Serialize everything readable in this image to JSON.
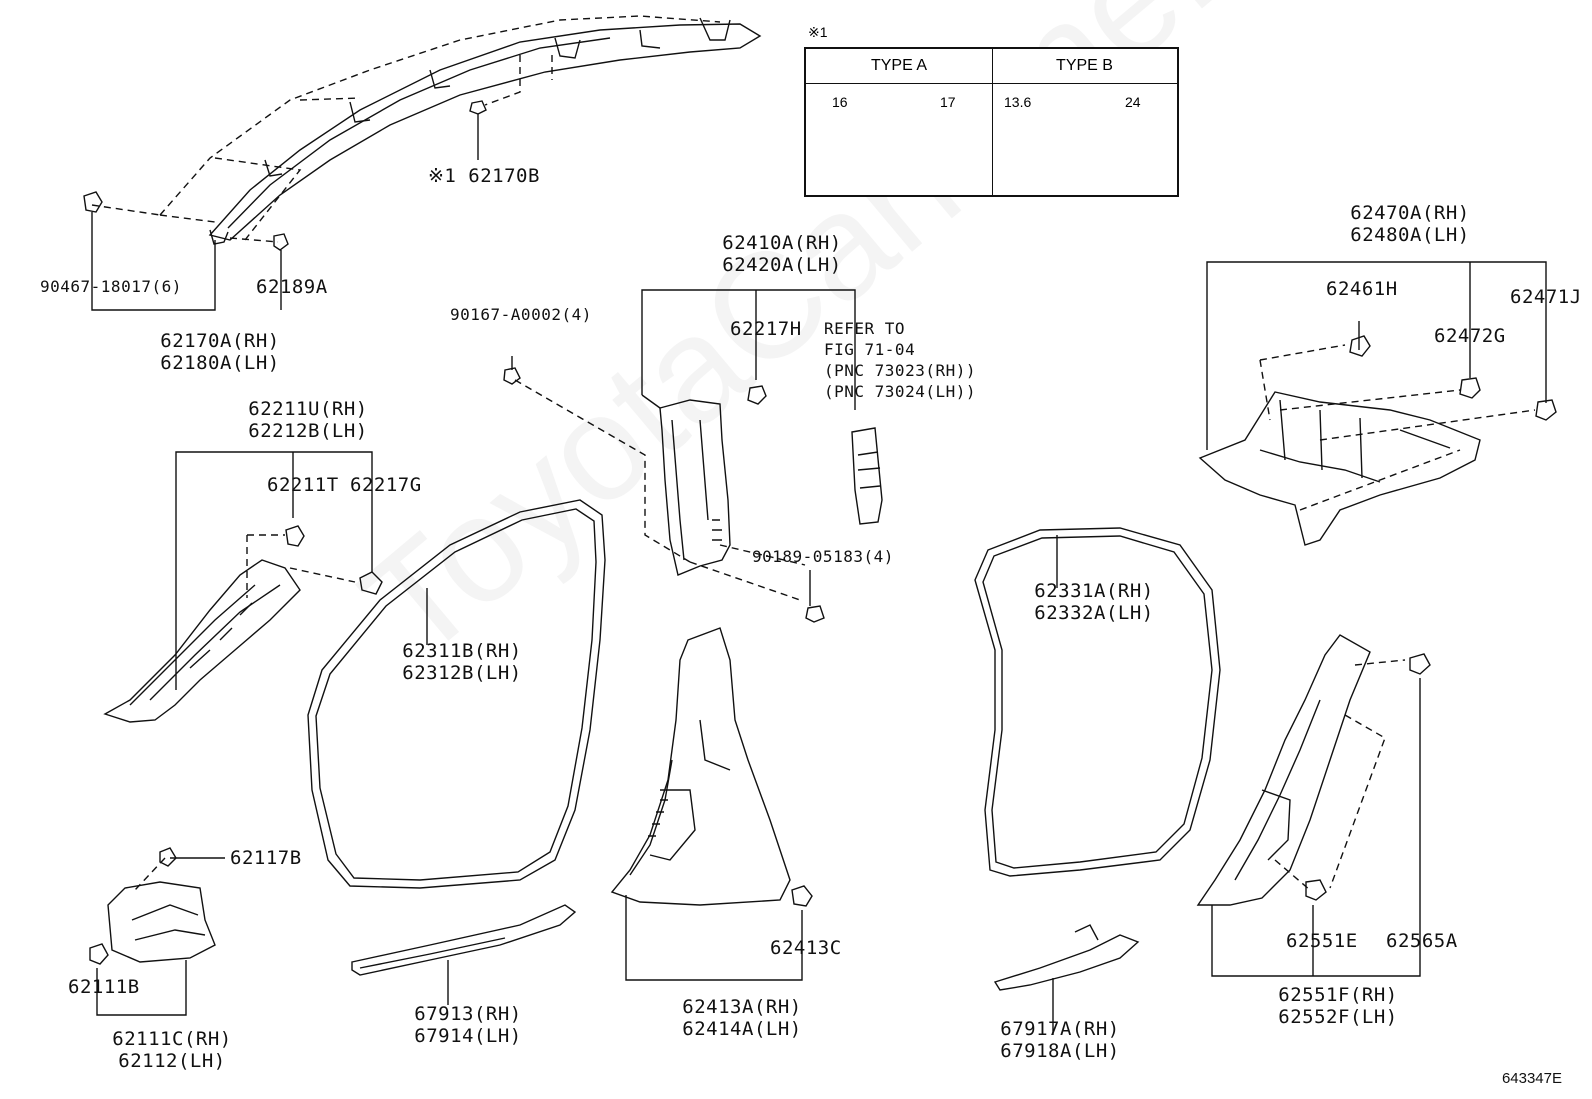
{
  "figure_code": "643347E",
  "watermark": "ToyotaCarMine.ru",
  "note_mark": "※1",
  "type_table": {
    "type_a": {
      "label": "TYPE A",
      "dim_head": "16",
      "dim_bolt": "17"
    },
    "type_b": {
      "label": "TYPE B",
      "dim_head": "13.6",
      "dim_bolt": "24"
    }
  },
  "labels": {
    "p62170b": "※1 62170B",
    "p90467": "90467-18017(6)",
    "p62189a": "62189A",
    "p62170a": [
      "62170A(RH)",
      "62180A(LH)"
    ],
    "p62211u": [
      "62211U(RH)",
      "62212B(LH)"
    ],
    "p62211t": "62211T",
    "p62217g": "62217G",
    "p90167": "90167-A0002(4)",
    "p62410a": [
      "62410A(RH)",
      "62420A(LH)"
    ],
    "p62217h": "62217H",
    "refer": [
      "REFER TO",
      "FIG 71-04",
      "(PNC 73023(RH))",
      "(PNC 73024(LH))"
    ],
    "p90189": "90189-05183(4)",
    "p62470a": [
      "62470A(RH)",
      "62480A(LH)"
    ],
    "p62461h": "62461H",
    "p62471j": "62471J",
    "p62472g": "62472G",
    "p62311b": [
      "62311B(RH)",
      "62312B(LH)"
    ],
    "p62331a": [
      "62331A(RH)",
      "62332A(LH)"
    ],
    "p62117b": "62117B",
    "p62111b": "62111B",
    "p62111c": [
      "62111C(RH)",
      "62112(LH)"
    ],
    "p67913": [
      "67913(RH)",
      "67914(LH)"
    ],
    "p62413c": "62413C",
    "p62413a": [
      "62413A(RH)",
      "62414A(LH)"
    ],
    "p67917a": [
      "67917A(RH)",
      "67918A(LH)"
    ],
    "p62551e": "62551E",
    "p62565a": "62565A",
    "p62551f": [
      "62551F(RH)",
      "62552F(LH)"
    ]
  }
}
